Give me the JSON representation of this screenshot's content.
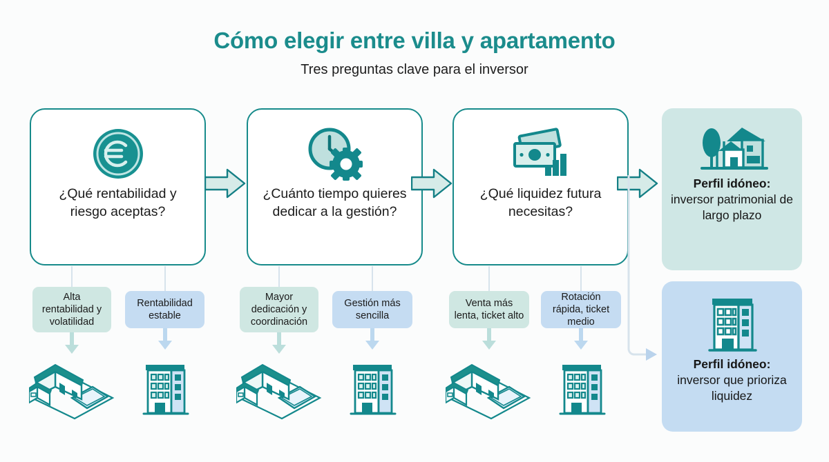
{
  "header": {
    "title": "Cómo elegir entre villa y apartamento",
    "subtitle": "Tres preguntas clave para el inversor"
  },
  "colors": {
    "teal": "#168a8a",
    "teal_dark": "#10757a",
    "mint_panel": "#cfe7e5",
    "blue_panel": "#c4dcf2",
    "mint_chip": "#cfe7e2",
    "blue_chip": "#c5dcf2",
    "arrow_fill": "#d6ebe8",
    "line_gray": "#d7e3ec",
    "background": "#fbfcfc",
    "icon_light": "#bfe0de"
  },
  "steps": [
    {
      "icon": "euro-coin-icon",
      "question": "¿Qué rentabilidad y riesgo aceptas?",
      "outcomes": [
        {
          "label": "Alta rentabilidad y volatilidad",
          "tone": "mint"
        },
        {
          "label": "Rentabilidad estable",
          "tone": "blue"
        }
      ]
    },
    {
      "icon": "clock-gear-icon",
      "question": "¿Cuánto tiempo quieres dedicar a la gestión?",
      "outcomes": [
        {
          "label": "Mayor dedicación y coordinación",
          "tone": "mint"
        },
        {
          "label": "Gestión más sencilla",
          "tone": "blue"
        }
      ]
    },
    {
      "icon": "banknotes-chart-icon",
      "question": "¿Qué liquidez futura necesitas?",
      "outcomes": [
        {
          "label": "Venta más lenta, ticket alto",
          "tone": "mint"
        },
        {
          "label": "Rotación rápida, ticket medio",
          "tone": "blue"
        }
      ]
    }
  ],
  "results": [
    {
      "icon": "villa-house-tree-icon",
      "heading": "Perfil idóneo:",
      "body": "inversor patrimonial de largo plazo",
      "tone": "mint"
    },
    {
      "icon": "apartment-building-icon",
      "heading": "Perfil idóneo:",
      "body": "inversor que prioriza liquidez",
      "tone": "blue"
    }
  ],
  "property_icons": [
    {
      "name": "villa-pool-isometric-icon",
      "type": "villa"
    },
    {
      "name": "apartment-block-icon",
      "type": "apartment"
    },
    {
      "name": "villa-pool-isometric-icon",
      "type": "villa"
    },
    {
      "name": "apartment-block-icon",
      "type": "apartment"
    },
    {
      "name": "villa-pool-isometric-icon",
      "type": "villa"
    },
    {
      "name": "apartment-block-icon",
      "type": "apartment"
    }
  ]
}
